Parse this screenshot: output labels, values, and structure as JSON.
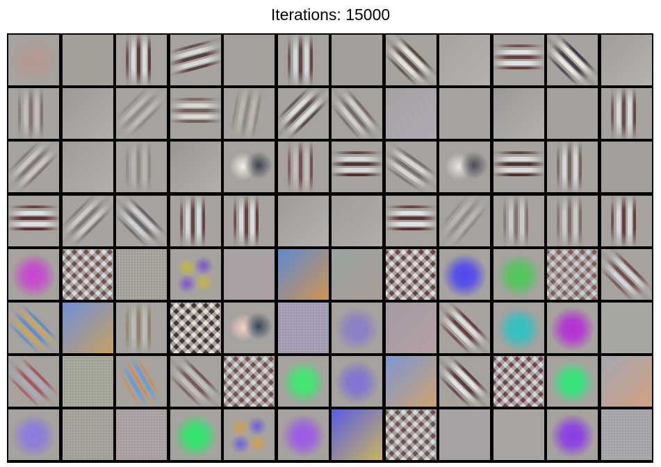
{
  "title": "Iterations: 15000",
  "grid": {
    "rows": 8,
    "cols": 12,
    "filters": [
      {
        "kind": "blob",
        "colors": [
          "#b39a8f"
        ]
      },
      {
        "kind": "plain",
        "colors": [
          "#a49f99"
        ]
      },
      {
        "kind": "stripes",
        "angle": 0,
        "colors": [
          "#4a2828",
          "#dfe8e6"
        ]
      },
      {
        "kind": "stripes",
        "angle": 75,
        "colors": [
          "#4a2828",
          "#dfe8e6"
        ]
      },
      {
        "kind": "plain",
        "colors": [
          "#a4a09b"
        ]
      },
      {
        "kind": "stripes",
        "angle": 0,
        "colors": [
          "#5a2e2e",
          "#d9e6e4"
        ]
      },
      {
        "kind": "plain",
        "colors": [
          "#a29f9c"
        ]
      },
      {
        "kind": "stripes",
        "angle": -45,
        "colors": [
          "#4a3a2a",
          "#eef0e8"
        ]
      },
      {
        "kind": "grad",
        "colors": [
          "#a6a3a0",
          "#b3b0ad"
        ]
      },
      {
        "kind": "stripes",
        "angle": 90,
        "colors": [
          "#5a2a2a",
          "#eaf2f0"
        ]
      },
      {
        "kind": "stripes",
        "angle": -45,
        "colors": [
          "#2a2a3a",
          "#f6f6e8"
        ]
      },
      {
        "kind": "grad",
        "colors": [
          "#a09d99",
          "#b6b3af"
        ]
      },
      {
        "kind": "stripes",
        "angle": 0,
        "colors": [
          "#7a6a66",
          "#c7c3bf"
        ]
      },
      {
        "kind": "grad",
        "colors": [
          "#9c9a97",
          "#b1aeab"
        ]
      },
      {
        "kind": "stripes",
        "angle": 45,
        "colors": [
          "#8a8682",
          "#c4c0bc"
        ]
      },
      {
        "kind": "stripes",
        "angle": 90,
        "colors": [
          "#6a4e4a",
          "#e4e6e2"
        ]
      },
      {
        "kind": "stripes",
        "angle": 10,
        "colors": [
          "#8e8478",
          "#c1bbb5"
        ]
      },
      {
        "kind": "stripes",
        "angle": 45,
        "colors": [
          "#4a3a38",
          "#e6ece8"
        ]
      },
      {
        "kind": "stripes",
        "angle": -40,
        "colors": [
          "#6e5e5a",
          "#d8dad6"
        ]
      },
      {
        "kind": "grad",
        "colors": [
          "#a5a2a0",
          "#b0a8b6"
        ]
      },
      {
        "kind": "plain",
        "colors": [
          "#a8a2a0"
        ]
      },
      {
        "kind": "grad",
        "colors": [
          "#9c9895",
          "#b4b0ad"
        ]
      },
      {
        "kind": "plain",
        "colors": [
          "#a3a09d"
        ]
      },
      {
        "kind": "stripes",
        "angle": 0,
        "colors": [
          "#5a3434",
          "#dfe5e3"
        ]
      },
      {
        "kind": "stripes",
        "angle": 45,
        "colors": [
          "#7e6a66",
          "#d2cecb"
        ]
      },
      {
        "kind": "grad",
        "colors": [
          "#a09d99",
          "#b2afab"
        ]
      },
      {
        "kind": "stripes",
        "angle": 0,
        "colors": [
          "#8a8480",
          "#bcb8b4"
        ]
      },
      {
        "kind": "grad",
        "colors": [
          "#9a9793",
          "#b2afac"
        ]
      },
      {
        "kind": "blob2",
        "colors": [
          "#f2f0e4",
          "#3e4452"
        ]
      },
      {
        "kind": "stripes",
        "angle": 0,
        "colors": [
          "#6a3e3e",
          "#c9c5c1"
        ]
      },
      {
        "kind": "stripes",
        "angle": 90,
        "colors": [
          "#3a1a1a",
          "#e2e8e6"
        ]
      },
      {
        "kind": "stripes",
        "angle": -55,
        "colors": [
          "#6a6664",
          "#dfe2de"
        ]
      },
      {
        "kind": "blob2",
        "colors": [
          "#e6e6e0",
          "#4a4e58"
        ]
      },
      {
        "kind": "stripes",
        "angle": 90,
        "colors": [
          "#3a1a1a",
          "#e6ecea"
        ]
      },
      {
        "kind": "stripes",
        "angle": 0,
        "colors": [
          "#6a5652",
          "#dde2e0"
        ]
      },
      {
        "kind": "plain",
        "colors": [
          "#a29f9b"
        ]
      },
      {
        "kind": "stripes",
        "angle": 90,
        "colors": [
          "#4a1a1a",
          "#e8eeec"
        ]
      },
      {
        "kind": "stripes",
        "angle": 45,
        "colors": [
          "#7a706c",
          "#d2d6d2"
        ]
      },
      {
        "kind": "stripes",
        "angle": -45,
        "colors": [
          "#5a5a62",
          "#d6dad6"
        ]
      },
      {
        "kind": "stripes",
        "angle": 0,
        "colors": [
          "#5a2e2e",
          "#dce6e4"
        ]
      },
      {
        "kind": "stripes",
        "angle": 0,
        "colors": [
          "#5a2a2a",
          "#dfe8e6"
        ]
      },
      {
        "kind": "grad",
        "colors": [
          "#9e9b98",
          "#b4b1ae"
        ]
      },
      {
        "kind": "grad",
        "colors": [
          "#a09d9a",
          "#b0adaa"
        ]
      },
      {
        "kind": "stripes",
        "angle": 90,
        "colors": [
          "#4a1a1a",
          "#eef2f0"
        ]
      },
      {
        "kind": "stripes",
        "angle": 40,
        "colors": [
          "#8c8884",
          "#bebab6"
        ]
      },
      {
        "kind": "stripes",
        "angle": 0,
        "colors": [
          "#7a6a66",
          "#cfd2ce"
        ]
      },
      {
        "kind": "stripes",
        "angle": 0,
        "colors": [
          "#7a5e5a",
          "#cfd4d0"
        ]
      },
      {
        "kind": "stripes",
        "angle": 0,
        "colors": [
          "#5a2a2a",
          "#e1e7e5"
        ]
      },
      {
        "kind": "blob",
        "colors": [
          "#c846d2"
        ]
      },
      {
        "kind": "checker",
        "colors": [
          "#6a3a3a",
          "#dfe8ec"
        ]
      },
      {
        "kind": "noise",
        "colors": [
          "#a4a29a"
        ]
      },
      {
        "kind": "quad",
        "colors": [
          "#c8b83a",
          "#7a4ed2"
        ]
      },
      {
        "kind": "plain",
        "colors": [
          "#a8a0a4"
        ]
      },
      {
        "kind": "grad",
        "colors": [
          "#5e8ad2",
          "#d0944e"
        ]
      },
      {
        "kind": "grad",
        "colors": [
          "#9aa49e",
          "#a89c98"
        ]
      },
      {
        "kind": "checker",
        "colors": [
          "#5a2a3a",
          "#eceae4"
        ]
      },
      {
        "kind": "blob",
        "colors": [
          "#4e46f2"
        ]
      },
      {
        "kind": "blob",
        "colors": [
          "#4ec85a"
        ]
      },
      {
        "kind": "checker",
        "colors": [
          "#7a4a4a",
          "#d2dae6"
        ]
      },
      {
        "kind": "stripes",
        "angle": -45,
        "colors": [
          "#6a3a3a",
          "#d8e2e8"
        ]
      },
      {
        "kind": "stripes",
        "angle": -45,
        "colors": [
          "#4a8ad8",
          "#d4a64a"
        ]
      },
      {
        "kind": "grad",
        "colors": [
          "#7090d8",
          "#c8a060"
        ]
      },
      {
        "kind": "stripes",
        "angle": 0,
        "colors": [
          "#8a7e5a",
          "#c0c2b8"
        ]
      },
      {
        "kind": "checker",
        "colors": [
          "#2a1a22",
          "#f2f0dc"
        ]
      },
      {
        "kind": "blob2",
        "colors": [
          "#f4d2c6",
          "#36475a"
        ]
      },
      {
        "kind": "noise",
        "colors": [
          "#a69eb4"
        ]
      },
      {
        "kind": "blob",
        "colors": [
          "#8a7ec8"
        ]
      },
      {
        "kind": "grad",
        "colors": [
          "#a49aa2",
          "#b4a0a6"
        ]
      },
      {
        "kind": "stripes",
        "angle": -45,
        "colors": [
          "#5a2a2a",
          "#e4ecea"
        ]
      },
      {
        "kind": "blob",
        "colors": [
          "#2ec2c2"
        ]
      },
      {
        "kind": "blob",
        "colors": [
          "#b42ed8"
        ]
      },
      {
        "kind": "plain",
        "colors": [
          "#a7a5a0"
        ]
      },
      {
        "kind": "stripes",
        "angle": -45,
        "colors": [
          "#a64a4a",
          "#aab0c2"
        ]
      },
      {
        "kind": "noise",
        "colors": [
          "#a5a79a"
        ]
      },
      {
        "kind": "stripes",
        "angle": -30,
        "colors": [
          "#d68a4a",
          "#5aa0e0"
        ]
      },
      {
        "kind": "stripes",
        "angle": -45,
        "colors": [
          "#6a4a4a",
          "#c6c6c2"
        ]
      },
      {
        "kind": "checker",
        "colors": [
          "#6a3a3a",
          "#dde4ea"
        ]
      },
      {
        "kind": "blob",
        "colors": [
          "#3ee870"
        ]
      },
      {
        "kind": "blob",
        "colors": [
          "#7f72d2"
        ]
      },
      {
        "kind": "grad",
        "colors": [
          "#7d96d8",
          "#cfa36a"
        ]
      },
      {
        "kind": "stripes",
        "angle": -45,
        "colors": [
          "#4a2a2a",
          "#eef2f0"
        ]
      },
      {
        "kind": "checker",
        "colors": [
          "#6a2a3a",
          "#dfe4ec"
        ]
      },
      {
        "kind": "blob",
        "colors": [
          "#2ee878"
        ]
      },
      {
        "kind": "grad",
        "colors": [
          "#a4a7b2",
          "#d2a080"
        ]
      },
      {
        "kind": "blob",
        "colors": [
          "#8a7ae0"
        ]
      },
      {
        "kind": "noise",
        "colors": [
          "#a4a29a"
        ]
      },
      {
        "kind": "noise",
        "colors": [
          "#ab9fa2"
        ]
      },
      {
        "kind": "blob",
        "colors": [
          "#2ee86a"
        ]
      },
      {
        "kind": "quad",
        "colors": [
          "#d6a04a",
          "#6a5ae0"
        ]
      },
      {
        "kind": "blob",
        "colors": [
          "#9a5ae8"
        ]
      },
      {
        "kind": "grad",
        "colors": [
          "#5a5ae8",
          "#c8b65a"
        ]
      },
      {
        "kind": "checker",
        "colors": [
          "#6a3a3a",
          "#dde8e6"
        ]
      },
      {
        "kind": "plain",
        "colors": [
          "#a6a2a4"
        ]
      },
      {
        "kind": "plain",
        "colors": [
          "#a8a4a2"
        ]
      },
      {
        "kind": "blob",
        "colors": [
          "#8a3ae8"
        ]
      },
      {
        "kind": "noise",
        "colors": [
          "#a8a6aa"
        ]
      }
    ]
  }
}
